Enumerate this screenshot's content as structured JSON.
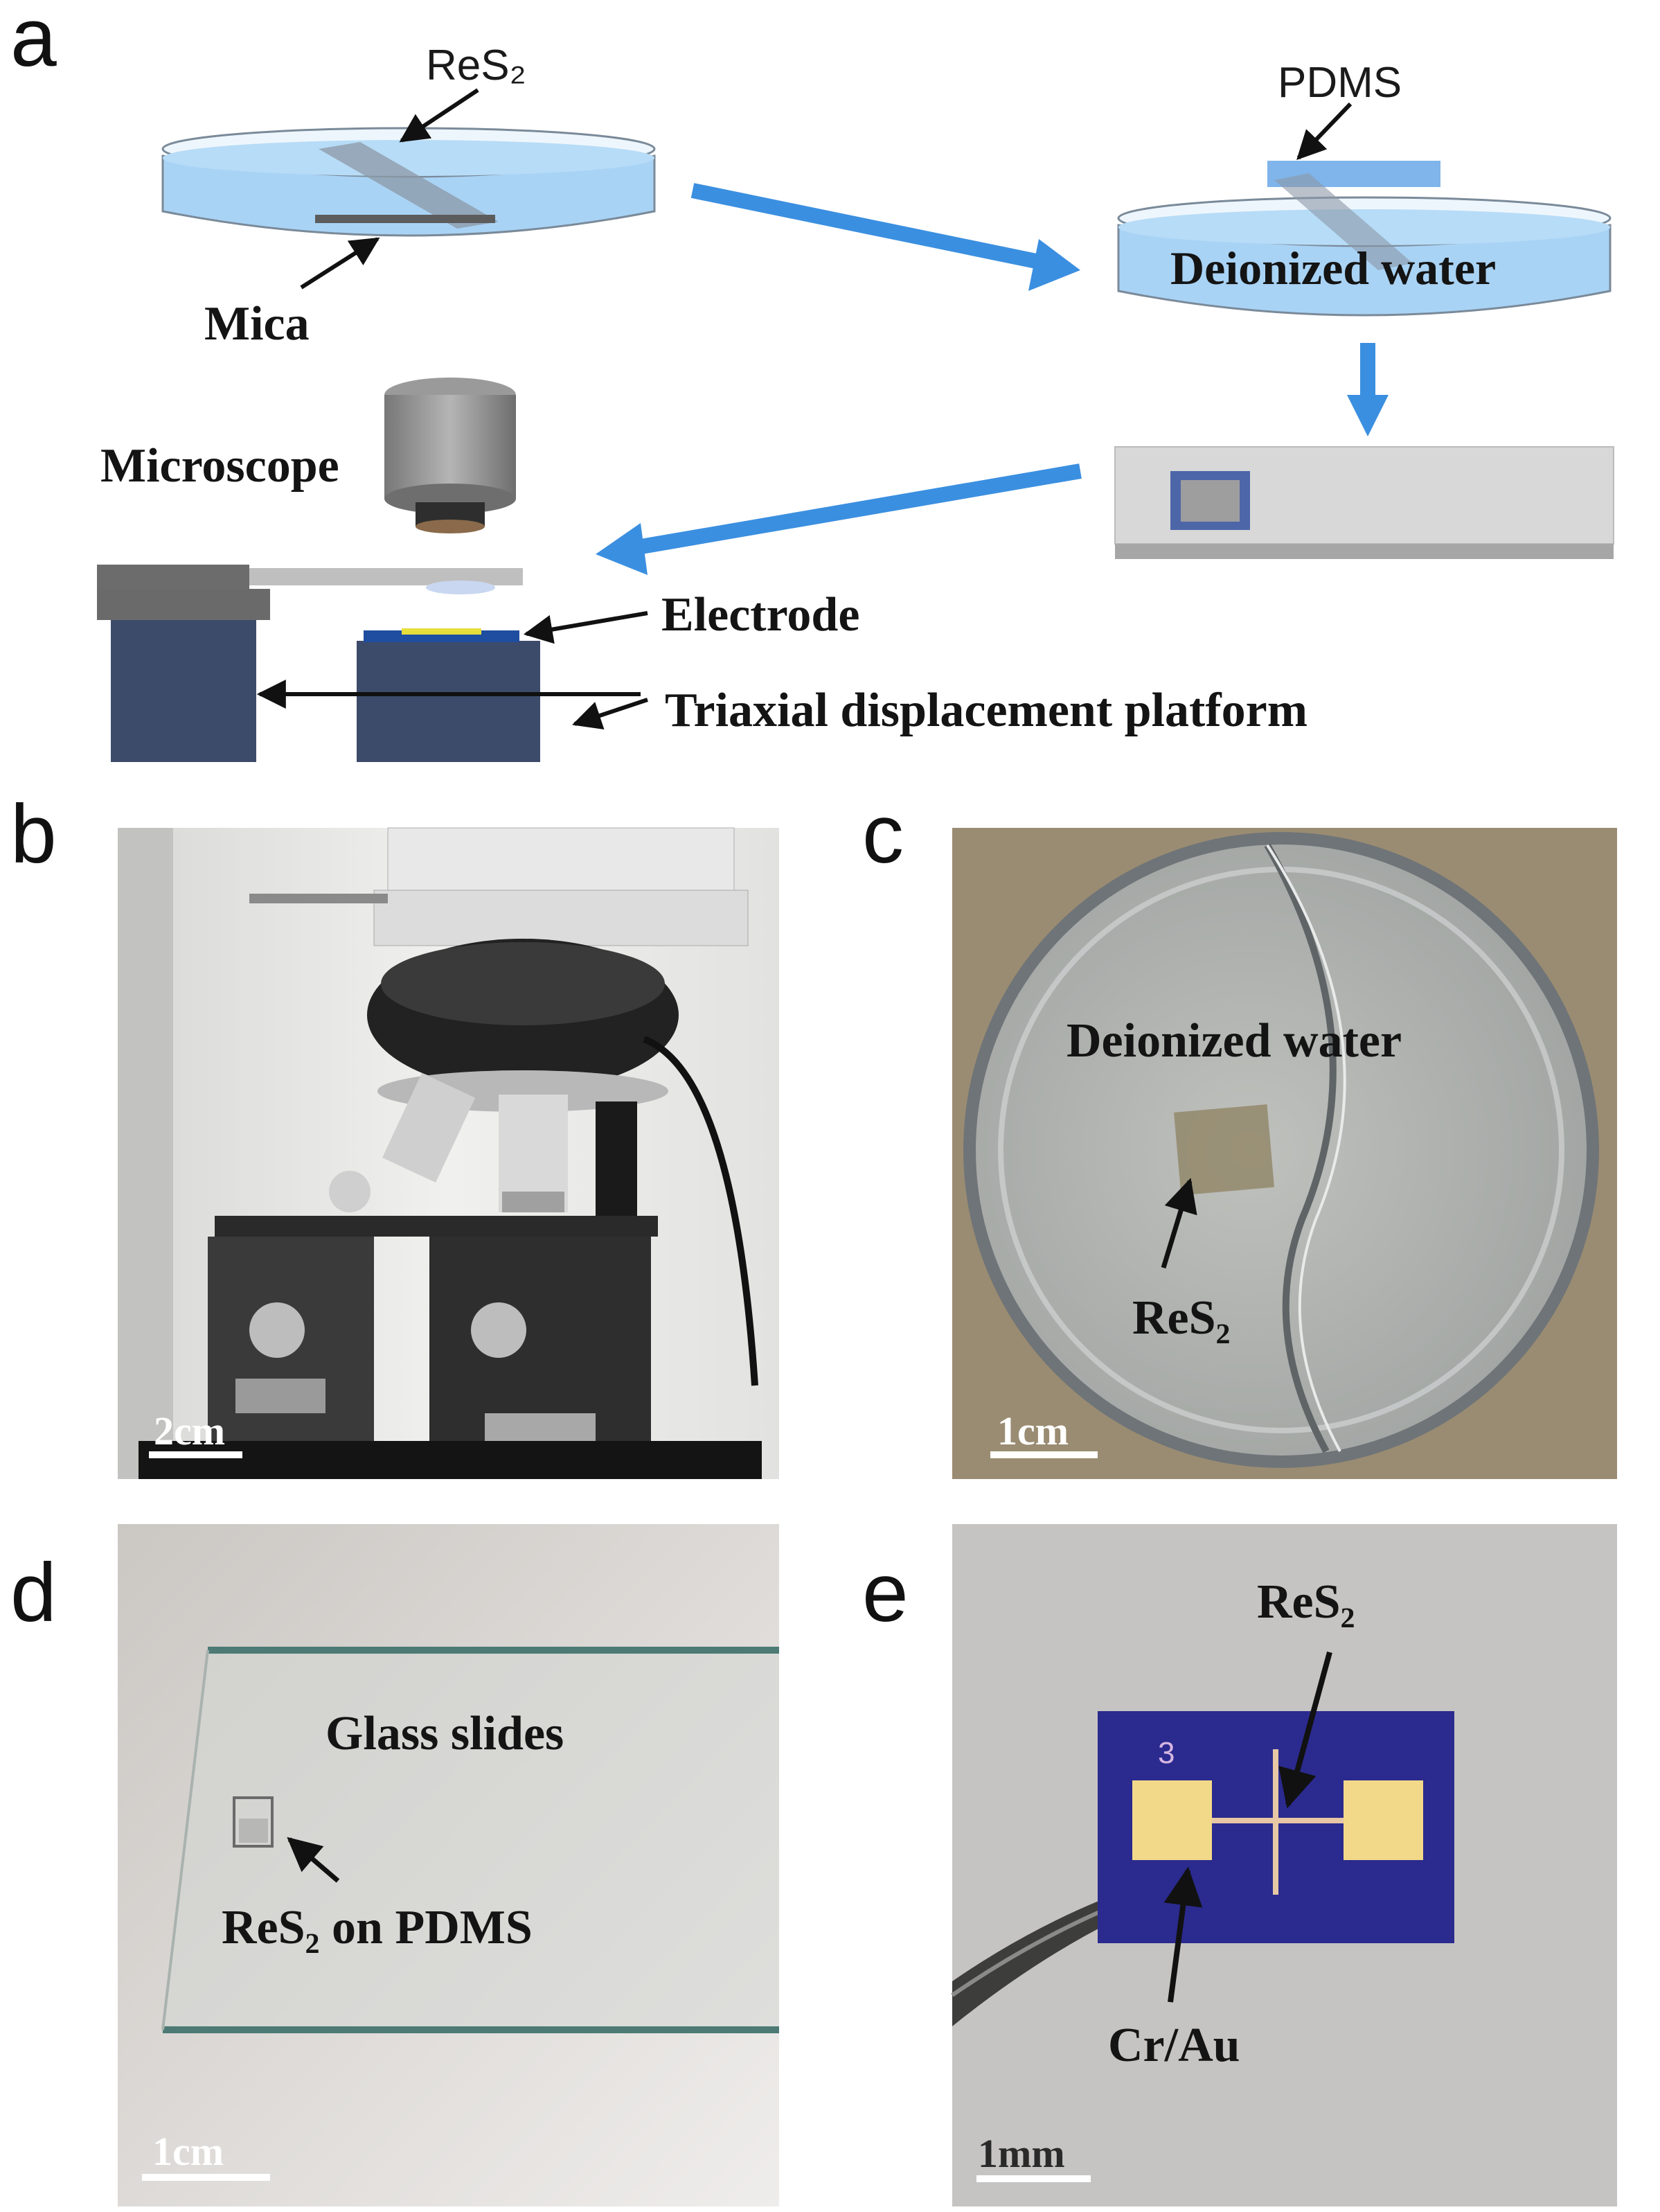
{
  "panels": {
    "a": {
      "letter": "a",
      "labels": {
        "res2": "ReS₂",
        "mica": "Mica",
        "pdms": "PDMS",
        "water": "Deionized water",
        "microscope": "Microscope",
        "electrode": "Electrode",
        "platform": "Triaxial displacement platform"
      }
    },
    "b": {
      "letter": "b",
      "scale": "2cm"
    },
    "c": {
      "letter": "c",
      "labels": {
        "water": "Deionized water",
        "res2": "ReS₂"
      },
      "scale": "1cm"
    },
    "d": {
      "letter": "d",
      "labels": {
        "glass": "Glass slides",
        "res2_pdms": "ReS₂ on PDMS"
      },
      "scale": "1cm"
    },
    "e": {
      "letter": "e",
      "labels": {
        "res2": "ReS₂",
        "crau": "Cr/Au",
        "chip_number": "3"
      },
      "scale": "1mm"
    }
  },
  "colors": {
    "water": "#a9d3f5",
    "arrow": "#3b8fe0",
    "platform": "#3d4b6b",
    "chip": "#2b2a8e",
    "gold": "#f2d98a"
  }
}
